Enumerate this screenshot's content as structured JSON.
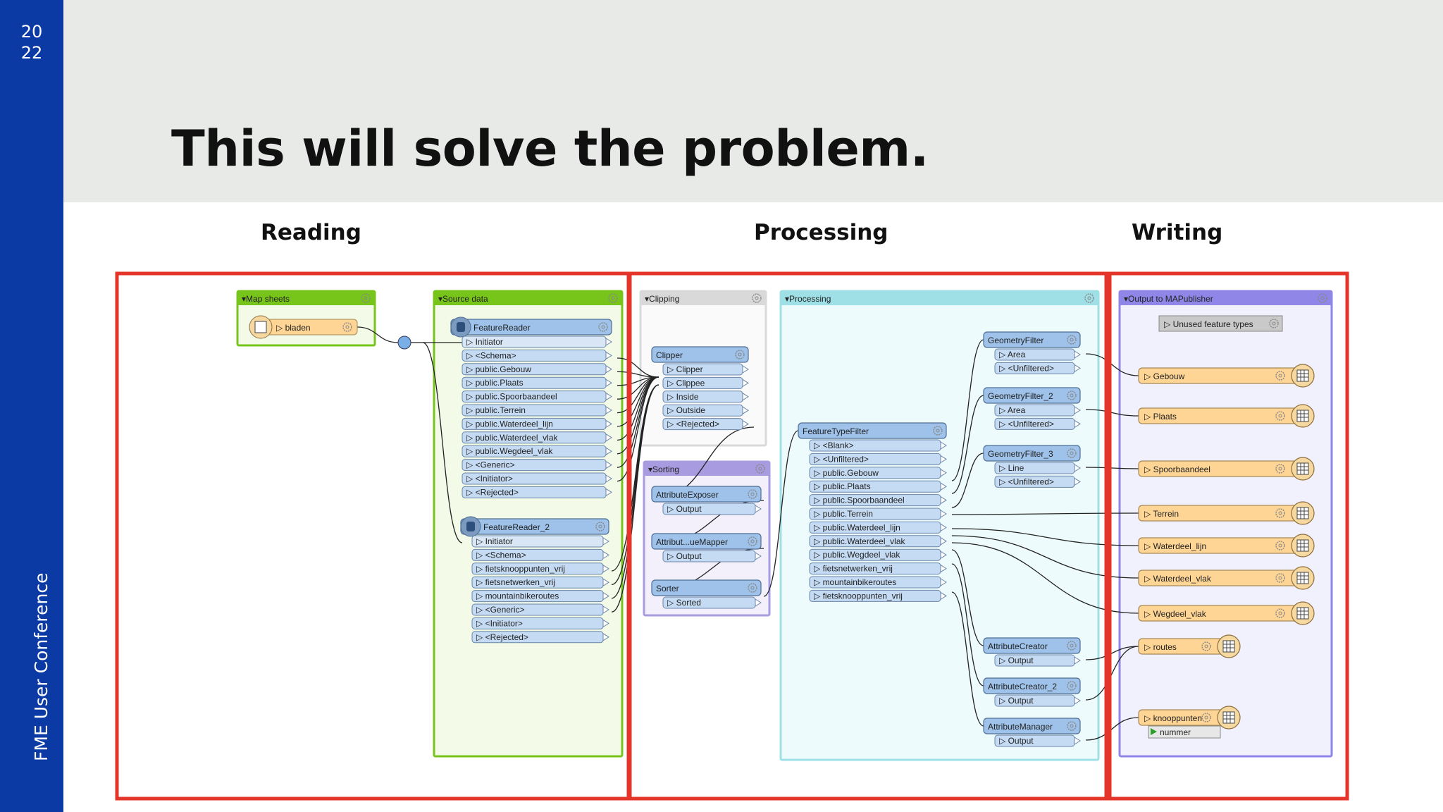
{
  "sidebar": {
    "year_top": "20",
    "year_bottom": "22",
    "conference": "FME User Conference"
  },
  "slide": {
    "title": "This will solve the problem."
  },
  "sections": {
    "reading": "Reading",
    "processing": "Processing",
    "writing": "Writing"
  },
  "colors": {
    "sidebar": "#0b3aa5",
    "highlight_box": "#e5342a",
    "reader_bookmark": "#77c41b",
    "clipping_bookmark": "#d9d9d9",
    "sorting_bookmark": "#a89be0",
    "processing_bookmark": "#9fe0e6",
    "output_bookmark": "#8f86e8",
    "transformer": "#9ec2ea",
    "writer_feature": "#ffd595"
  },
  "bookmarks": {
    "map_sheets": "Map sheets",
    "source_data": "Source data",
    "clipping": "Clipping",
    "sorting": "Sorting",
    "processing": "Processing",
    "output": "Output to MAPublisher"
  },
  "map_sheets_reader": {
    "feature": "bladen"
  },
  "feature_reader": {
    "name": "FeatureReader",
    "ports": [
      "Initiator",
      "<Schema>",
      "public.Gebouw",
      "public.Plaats",
      "public.Spoorbaandeel",
      "public.Terrein",
      "public.Waterdeel_lijn",
      "public.Waterdeel_vlak",
      "public.Wegdeel_vlak",
      "<Generic>",
      "<Initiator>",
      "<Rejected>"
    ]
  },
  "feature_reader_2": {
    "name": "FeatureReader_2",
    "ports": [
      "Initiator",
      "<Schema>",
      "fietsknooppunten_vrij",
      "fietsnetwerken_vrij",
      "mountainbikeroutes",
      "<Generic>",
      "<Initiator>",
      "<Rejected>"
    ]
  },
  "clipper": {
    "name": "Clipper",
    "ports": [
      "Clipper",
      "Clippee",
      "Inside",
      "Outside",
      "<Rejected>"
    ]
  },
  "sorting": {
    "attribute_exposer": {
      "name": "AttributeExposer",
      "port": "Output"
    },
    "attribute_mapper": {
      "name": "Attribut...ueMapper",
      "port": "Output"
    },
    "sorter": {
      "name": "Sorter",
      "port": "Sorted"
    }
  },
  "feature_type_filter": {
    "name": "FeatureTypeFilter",
    "ports": [
      "<Blank>",
      "<Unfiltered>",
      "public.Gebouw",
      "public.Plaats",
      "public.Spoorbaandeel",
      "public.Terrein",
      "public.Waterdeel_lijn",
      "public.Waterdeel_vlak",
      "public.Wegdeel_vlak",
      "fietsnetwerken_vrij",
      "mountainbikeroutes",
      "fietsknooppunten_vrij"
    ]
  },
  "geometry_filters": [
    {
      "name": "GeometryFilter",
      "ports": [
        "Area",
        "<Unfiltered>"
      ]
    },
    {
      "name": "GeometryFilter_2",
      "ports": [
        "Area",
        "<Unfiltered>"
      ]
    },
    {
      "name": "GeometryFilter_3",
      "ports": [
        "Line",
        "<Unfiltered>"
      ]
    }
  ],
  "attribute_creators": [
    {
      "name": "AttributeCreator",
      "port": "Output"
    },
    {
      "name": "AttributeCreator_2",
      "port": "Output"
    },
    {
      "name": "AttributeManager",
      "port": "Output"
    }
  ],
  "writer": {
    "unused": "Unused feature types",
    "feature_types": [
      "Gebouw",
      "Plaats",
      "Spoorbaandeel",
      "Terrein",
      "Waterdeel_lijn",
      "Waterdeel_vlak",
      "Wegdeel_vlak",
      "routes",
      "knooppunten"
    ],
    "knooppunten_attribute": "nummer"
  }
}
